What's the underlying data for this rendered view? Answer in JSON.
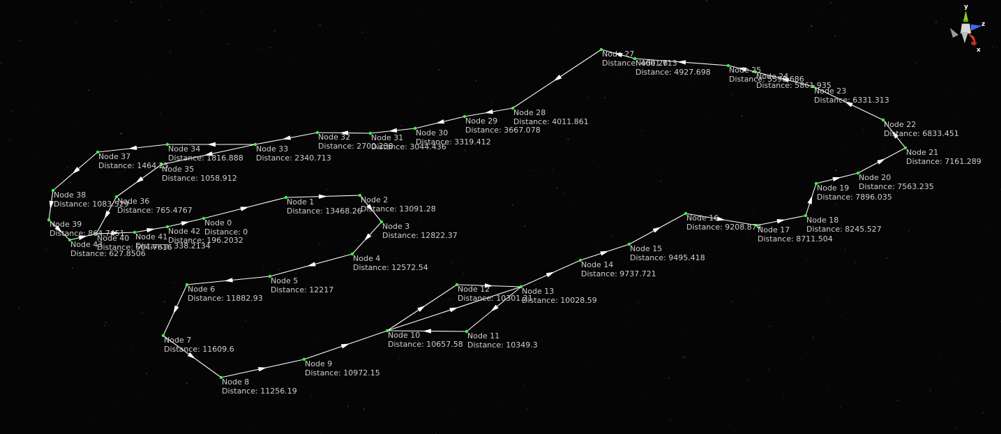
{
  "colors": {
    "background": "#050505",
    "path_line": "#ffffff",
    "node_dot": "#39ff3a",
    "label_text": "#cfcfcf",
    "axis_y": "#7ed321",
    "axis_z": "#3a6cf0",
    "axis_x": "#e33b2e"
  },
  "orientation_gizmo": {
    "y_label": "y",
    "z_label": "z",
    "x_label": "x"
  },
  "nodes": [
    {
      "name": "Node 0",
      "distance": "Distance: 0"
    },
    {
      "name": "Node 1",
      "distance": "Distance: 13468.26"
    },
    {
      "name": "Node 2",
      "distance": "Distance: 13091.28"
    },
    {
      "name": "Node 3",
      "distance": "Distance: 12822.37"
    },
    {
      "name": "Node 4",
      "distance": "Distance: 12572.54"
    },
    {
      "name": "Node 5",
      "distance": "Distance: 12217"
    },
    {
      "name": "Node 6",
      "distance": "Distance: 11882.93"
    },
    {
      "name": "Node 7",
      "distance": "Distance: 11609.6"
    },
    {
      "name": "Node 8",
      "distance": "Distance: 11256.19"
    },
    {
      "name": "Node 9",
      "distance": "Distance: 10972.15"
    },
    {
      "name": "Node 10",
      "distance": "Distance: 10657.58"
    },
    {
      "name": "Node 11",
      "distance": "Distance: 10349.3"
    },
    {
      "name": "Node 12",
      "distance": "Distance: 10301.21"
    },
    {
      "name": "Node 13",
      "distance": "Distance: 10028.59"
    },
    {
      "name": "Node 14",
      "distance": "Distance: 9737.721"
    },
    {
      "name": "Node 15",
      "distance": "Distance: 9495.418"
    },
    {
      "name": "Node 16",
      "distance": "Distance: 9208.874"
    },
    {
      "name": "Node 17",
      "distance": "Distance: 8711.504"
    },
    {
      "name": "Node 18",
      "distance": "Distance: 8245.527"
    },
    {
      "name": "Node 19",
      "distance": "Distance: 7896.035"
    },
    {
      "name": "Node 20",
      "distance": "Distance: 7563.235"
    },
    {
      "name": "Node 21",
      "distance": "Distance: 7161.289"
    },
    {
      "name": "Node 22",
      "distance": "Distance: 6833.451"
    },
    {
      "name": "Node 23",
      "distance": "Distance: 6331.313"
    },
    {
      "name": "Node 24",
      "distance": "Distance: 5861.935"
    },
    {
      "name": "Node 25",
      "distance": "Distance: 5598.686"
    },
    {
      "name": "Node 26",
      "distance": "Distance: 4927.698"
    },
    {
      "name": "Node 27",
      "distance": "Distance: 4601.713"
    },
    {
      "name": "Node 28",
      "distance": "Distance: 4011.861"
    },
    {
      "name": "Node 29",
      "distance": "Distance: 3667.078"
    },
    {
      "name": "Node 30",
      "distance": "Distance: 3319.412"
    },
    {
      "name": "Node 31",
      "distance": "Distance: 3044.436"
    },
    {
      "name": "Node 32",
      "distance": "Distance: 2700.238"
    },
    {
      "name": "Node 33",
      "distance": "Distance: 2340.713"
    },
    {
      "name": "Node 34",
      "distance": "Distance: 1816.888"
    },
    {
      "name": "Node 35",
      "distance": "Distance: 1058.912"
    },
    {
      "name": "Node 36",
      "distance": "Distance: 765.4767"
    },
    {
      "name": "Node 37",
      "distance": "Distance: 1464.25"
    },
    {
      "name": "Node 38",
      "distance": "Distance: 1083.529"
    },
    {
      "name": "Node 39",
      "distance": "Distance: 864.7451"
    },
    {
      "name": "Node 40",
      "distance": "Distance: 504.7616"
    },
    {
      "name": "Node 41",
      "distance": "Distance: 338.2134"
    },
    {
      "name": "Node 42",
      "distance": "Distance: 196.2032"
    },
    {
      "name": "Node 43",
      "distance": "Distance: 627.8506"
    }
  ]
}
